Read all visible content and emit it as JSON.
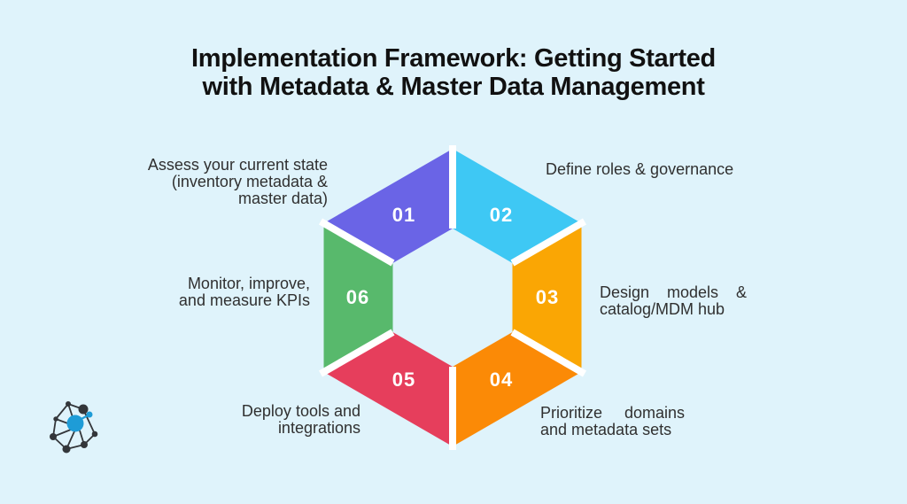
{
  "title": {
    "line1": "Implementation Framework: Getting Started",
    "line2": "with Metadata & Master Data Management"
  },
  "steps": [
    {
      "number": "01",
      "color": "#6A64E6",
      "lines": [
        "Assess your current state",
        "(inventory metadata &",
        "master data)"
      ]
    },
    {
      "number": "02",
      "color": "#3EC8F4",
      "lines": [
        "Define roles & governance"
      ]
    },
    {
      "number": "03",
      "color": "#FAA604",
      "lines": [
        "Design models &",
        "catalog/MDM hub"
      ]
    },
    {
      "number": "04",
      "color": "#FB8A06",
      "lines": [
        "Prioritize domains",
        "and metadata sets"
      ]
    },
    {
      "number": "05",
      "color": "#E63E5C",
      "lines": [
        "Deploy tools and",
        "integrations"
      ]
    },
    {
      "number": "06",
      "color": "#58B96C",
      "lines": [
        "Monitor, improve,",
        "and measure KPIs"
      ]
    }
  ],
  "colors": {
    "background": "#DFF3FB",
    "separator": "#FFFFFF",
    "number_text": "#FFFFFF",
    "label_text": "#303030",
    "title_text": "#111111",
    "logo_dark": "#33363A",
    "logo_accent": "#1E9CD7"
  },
  "logo": {
    "icon": "network-graph-icon"
  }
}
